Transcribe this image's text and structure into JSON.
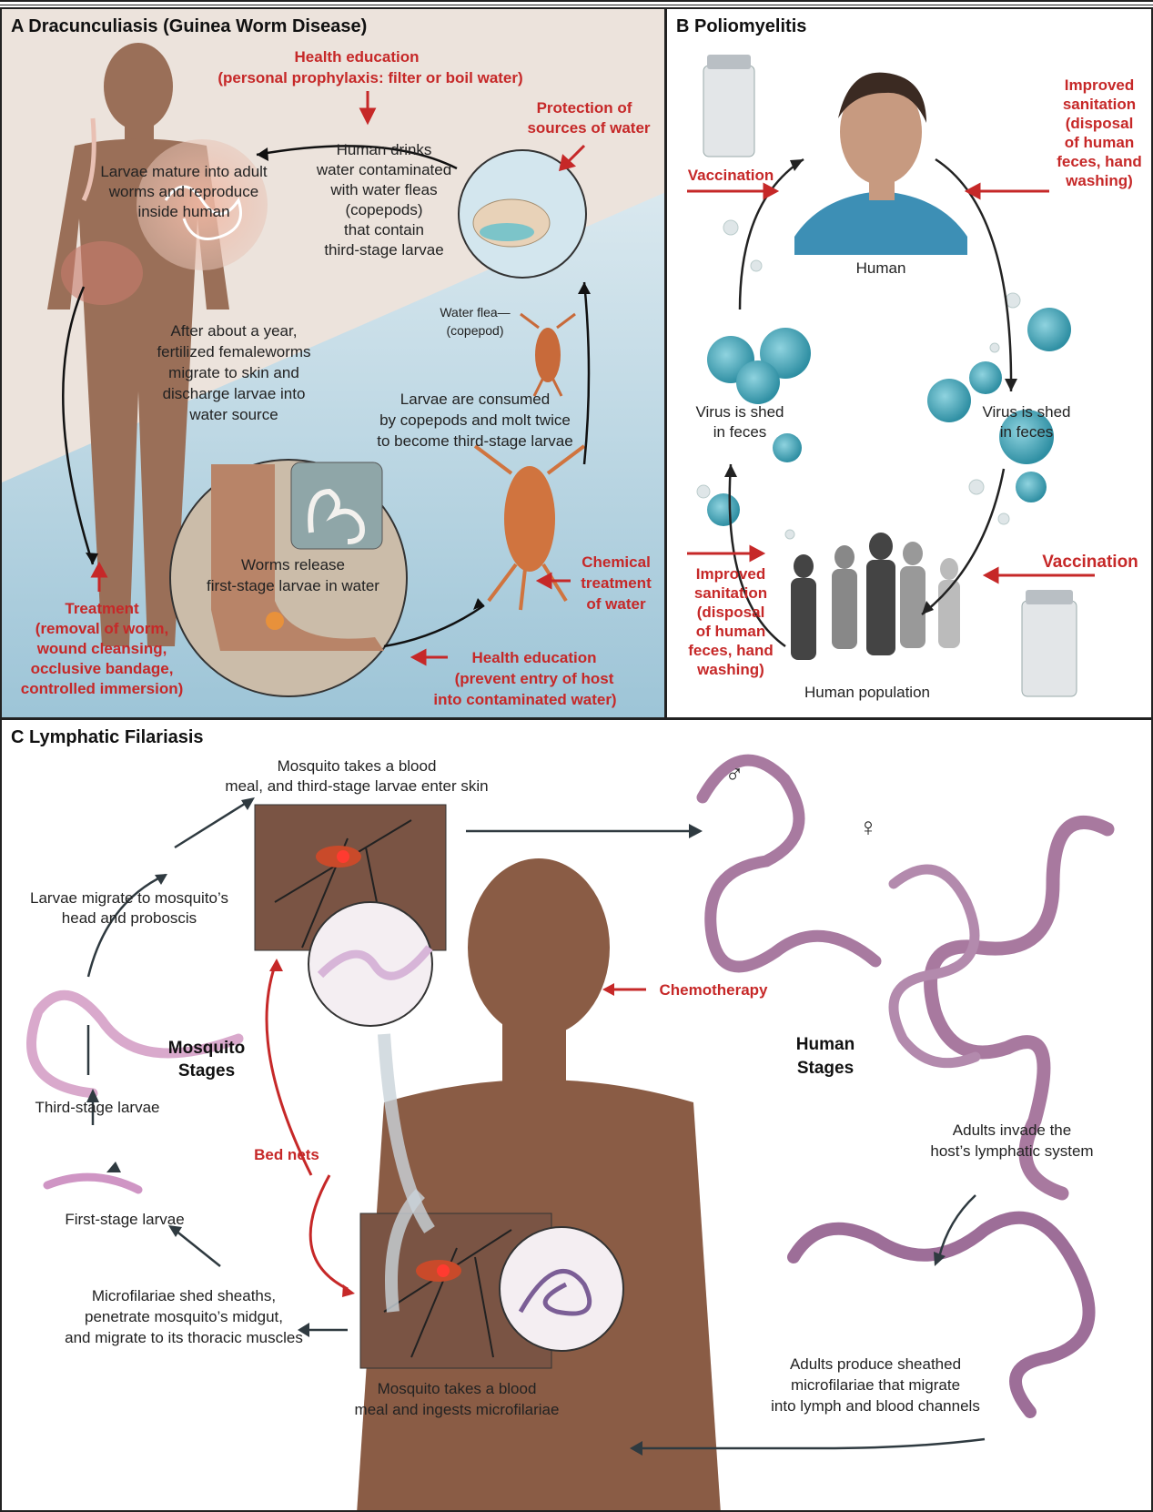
{
  "panelA": {
    "title": "A  Dracunculiasis (Guinea Worm Disease)",
    "health_edu_1": "Health education",
    "health_edu_1b": "(personal prophylaxis: filter or boil water)",
    "protection_1": "Protection of",
    "protection_2": "sources of water",
    "drinks": [
      "Human drinks",
      "water contaminated",
      "with water fleas",
      "(copepods)",
      "that contain",
      "third-stage larvae"
    ],
    "mature": [
      "Larvae mature into adult",
      "worms and reproduce",
      "inside human"
    ],
    "migrate": [
      "After about a year,",
      "fertilized femaleworms",
      "migrate to skin and",
      "discharge larvae into",
      "water source"
    ],
    "water_flea": [
      "Water flea—",
      "(copepod)"
    ],
    "consumed": [
      "Larvae are consumed",
      "by copepods and molt twice",
      "to become third-stage larvae"
    ],
    "release": [
      "Worms release",
      "first-stage larvae in water"
    ],
    "chemical": [
      "Chemical",
      "treatment",
      "of water"
    ],
    "treatment": [
      "Treatment",
      "(removal of worm,",
      "wound cleansing,",
      "occlusive bandage,",
      "controlled immersion)"
    ],
    "health_edu_2": [
      "Health education",
      "(prevent entry of host",
      "into contaminated water)"
    ]
  },
  "panelB": {
    "title": "B  Poliomyelitis",
    "vaccination_top": "Vaccination",
    "sanitation_right": [
      "Improved",
      "sanitation",
      "(disposal",
      "of human",
      "feces, hand",
      "washing)"
    ],
    "human": "Human",
    "shed_left": [
      "Virus is shed",
      "in feces"
    ],
    "shed_right": [
      "Virus is shed",
      "in feces"
    ],
    "sanitation_left": [
      "Improved",
      "sanitation",
      "(disposal",
      "of human",
      "feces, hand",
      "washing)"
    ],
    "vaccination_bottom": "Vaccination",
    "population": "Human population"
  },
  "panelC": {
    "title": "C  Lymphatic Filariasis",
    "blood_meal_top": [
      "Mosquito takes a blood",
      "meal, and third-stage larvae enter skin"
    ],
    "larvae_migrate": [
      "Larvae migrate to mosquito’s",
      "head and proboscis"
    ],
    "mosquito_stages": [
      "Mosquito",
      "Stages"
    ],
    "third_stage": "Third-stage larvae",
    "first_stage": "First-stage larvae",
    "microfilariae_shed": [
      "Microfilariae shed sheaths,",
      "penetrate mosquito’s midgut,",
      "and migrate to its thoracic muscles"
    ],
    "blood_meal_bottom": [
      "Mosquito takes a blood",
      "meal and ingests microfilariae"
    ],
    "bed_nets": "Bed nets",
    "chemotherapy": "Chemotherapy",
    "human_stages": [
      "Human",
      "Stages"
    ],
    "male_symbol": "♂",
    "female_symbol": "♀",
    "adults_invade": [
      "Adults invade the",
      "host’s lymphatic system"
    ],
    "adults_produce": [
      "Adults produce sheathed",
      "microfilariae that migrate",
      "into lymph and blood channels"
    ]
  },
  "colors": {
    "red": "#c62828",
    "water": "#b9d9ea",
    "skin": "#8d6249",
    "virus": "#3fa7b8"
  }
}
